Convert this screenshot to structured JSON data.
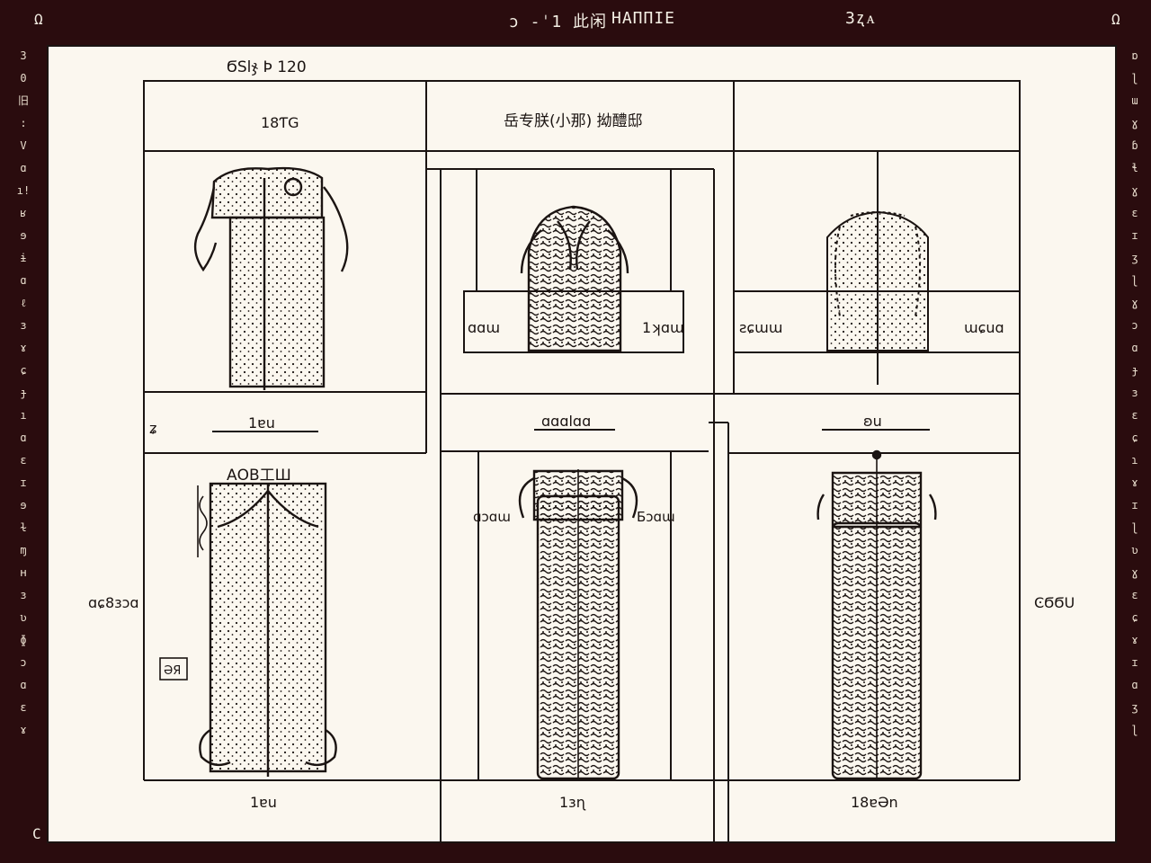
{
  "window": {
    "title_left": "ɔ -ˈ1 此闲",
    "title_center": "НΑΠΠΙЕ",
    "title_right": "3ʐᴀ",
    "corner_tl": "Ω",
    "corner_tr": "Ω",
    "corner_bl": "C"
  },
  "left_strip": [
    "3",
    "0",
    "旧",
    "",
    ":",
    "V",
    "ɑ",
    "ı!",
    "ʁ",
    "ɘ",
    "ɨ",
    "ɑ",
    "ℓ",
    "ɜ",
    "ɤ",
    "ɕ",
    "ɟ",
    "ı",
    "ɑ",
    "ɛ",
    "ɪ",
    "ɘ",
    "ɫ",
    "ɱ",
    "ʜ",
    "ɜ",
    "ʋ",
    "ɸ",
    "ɔ",
    "ɑ",
    "ɛ",
    "ɤ"
  ],
  "right_strip": [
    "ɒ",
    "ɭ",
    "ɯ",
    "ɣ",
    "ɓ",
    "ɬ",
    "ɣ",
    "ɛ",
    "ɪ",
    "ʒ",
    "ɭ",
    "ɣ",
    "ɔ",
    "ɑ",
    "ɟ",
    "ɜ",
    "ɛ",
    "ɕ",
    "ɿ",
    "ɤ",
    "ɪ",
    "ɭ",
    "ʋ",
    "ɣ",
    "ɛ",
    "ɕ",
    "ɤ",
    "ɪ",
    "ɑ",
    "ʒ",
    "ɭ"
  ],
  "sheet": {
    "title": "ϬSlჯ Ϸ 120",
    "header_left": "18ƬG",
    "header_center": "岳专朕(小那) 拗醴邸",
    "left_margin_mark": "ʑ",
    "left_side_label": "ɑɕ8ɜɔɑ",
    "right_side_label": "ϾϬϬU",
    "small_box_label": "ƏЯ"
  },
  "figures": {
    "top_center_left": "ɑɑɯ",
    "top_center_right": "1ʞɑɯ",
    "top_right_left": "ƨɕɯɯ",
    "top_right_right": "ɯɕuɑ",
    "mid_left": "1ɐu",
    "mid_center": "ɑɑɑlɑɑ",
    "mid_right": "ʚu",
    "fig4_top": "ΑOB工Ш",
    "fig5_left": "ɑɔɑɯ",
    "fig5_right": "Бɔɑɯ",
    "bottom_left": "1ɐu",
    "bottom_center": "1ɜɳ",
    "bottom_right": "18ɐƏn"
  },
  "colors": {
    "ink": "#1b1412",
    "paper": "#fbf7ef",
    "frame": "#2a0c0e"
  }
}
